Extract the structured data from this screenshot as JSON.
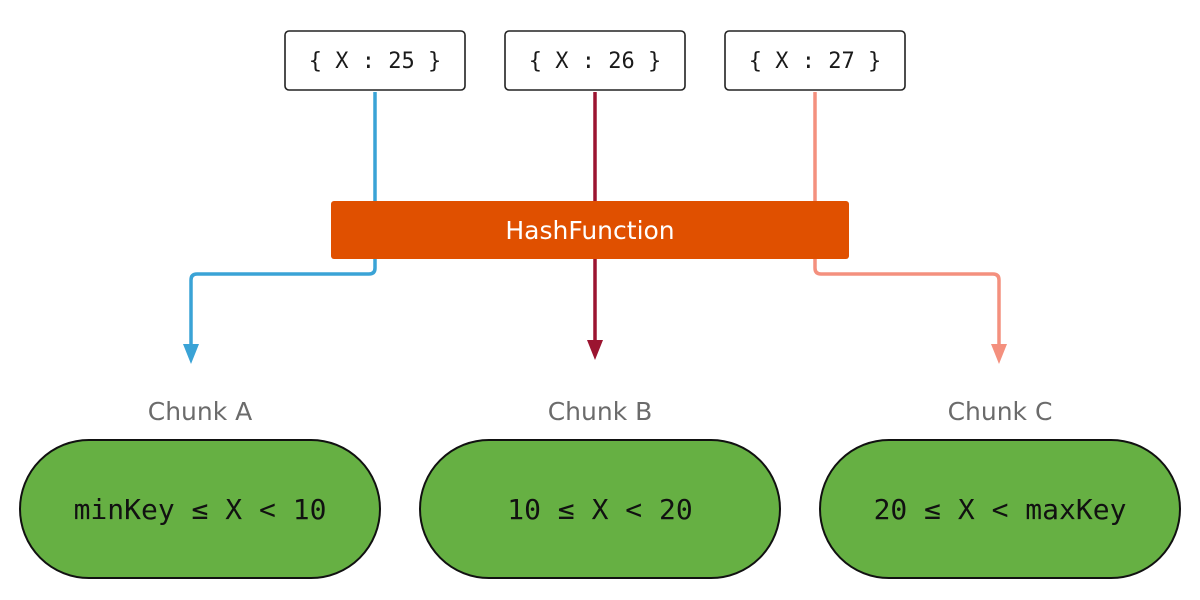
{
  "documents": [
    {
      "label": "{ X : 25 }"
    },
    {
      "label": "{ X : 26 }"
    },
    {
      "label": "{ X : 27 }"
    }
  ],
  "hash_function": {
    "label": "HashFunction"
  },
  "chunks": [
    {
      "title": "Chunk A",
      "range": "minKey ≤ X < 10"
    },
    {
      "title": "Chunk B",
      "range": "10 ≤ X < 20"
    },
    {
      "title": "Chunk C",
      "range": "20 ≤ X < maxKey"
    }
  ],
  "colors": {
    "route_a": "#3aa3d6",
    "route_b": "#9b1430",
    "route_c": "#f4907e",
    "hash_fill": "#e05000",
    "chunk_fill": "#66b043",
    "chunk_title": "#6b6b6b"
  }
}
